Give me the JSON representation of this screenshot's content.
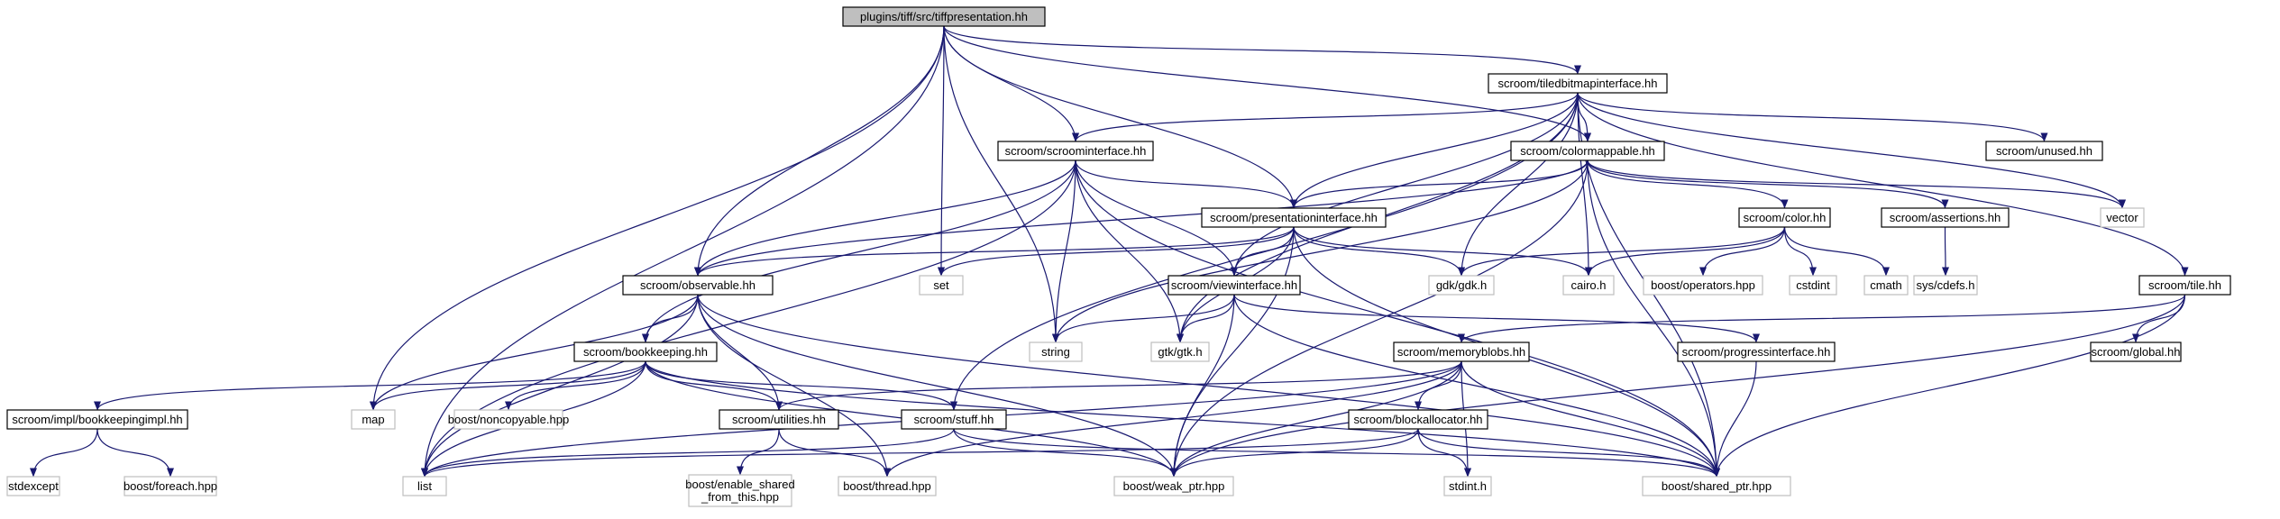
{
  "nodes": [
    {
      "id": "root",
      "lines": [
        "plugins/tiff/src/tiffpresentation.hh"
      ],
      "style": "root",
      "interactable": true
    },
    {
      "id": "tbi",
      "lines": [
        "scroom/tiledbitmapinterface.hh"
      ],
      "style": "internal",
      "interactable": true
    },
    {
      "id": "si",
      "lines": [
        "scroom/scroominterface.hh"
      ],
      "style": "internal",
      "interactable": true
    },
    {
      "id": "cm",
      "lines": [
        "scroom/colormappable.hh"
      ],
      "style": "internal",
      "interactable": true
    },
    {
      "id": "unused",
      "lines": [
        "scroom/unused.hh"
      ],
      "style": "internal",
      "interactable": true
    },
    {
      "id": "pi",
      "lines": [
        "scroom/presentationinterface.hh"
      ],
      "style": "internal",
      "interactable": true
    },
    {
      "id": "color",
      "lines": [
        "scroom/color.hh"
      ],
      "style": "internal",
      "interactable": true
    },
    {
      "id": "assert",
      "lines": [
        "scroom/assertions.hh"
      ],
      "style": "internal",
      "interactable": true
    },
    {
      "id": "vector",
      "lines": [
        "vector"
      ],
      "style": "external",
      "interactable": false
    },
    {
      "id": "obs",
      "lines": [
        "scroom/observable.hh"
      ],
      "style": "internal",
      "interactable": true
    },
    {
      "id": "set",
      "lines": [
        "set"
      ],
      "style": "external",
      "interactable": false
    },
    {
      "id": "vi",
      "lines": [
        "scroom/viewinterface.hh"
      ],
      "style": "internal",
      "interactable": true
    },
    {
      "id": "gdk",
      "lines": [
        "gdk/gdk.h"
      ],
      "style": "external",
      "interactable": false
    },
    {
      "id": "cairo",
      "lines": [
        "cairo.h"
      ],
      "style": "external",
      "interactable": false
    },
    {
      "id": "bops",
      "lines": [
        "boost/operators.hpp"
      ],
      "style": "external",
      "interactable": false
    },
    {
      "id": "cstdint",
      "lines": [
        "cstdint"
      ],
      "style": "external",
      "interactable": false
    },
    {
      "id": "cmath",
      "lines": [
        "cmath"
      ],
      "style": "external",
      "interactable": false
    },
    {
      "id": "sysc",
      "lines": [
        "sys/cdefs.h"
      ],
      "style": "external",
      "interactable": false
    },
    {
      "id": "tile",
      "lines": [
        "scroom/tile.hh"
      ],
      "style": "internal",
      "interactable": true
    },
    {
      "id": "string",
      "lines": [
        "string"
      ],
      "style": "external",
      "interactable": false
    },
    {
      "id": "gtk",
      "lines": [
        "gtk/gtk.h"
      ],
      "style": "external",
      "interactable": false
    },
    {
      "id": "mb",
      "lines": [
        "scroom/memoryblobs.hh"
      ],
      "style": "internal",
      "interactable": true
    },
    {
      "id": "progi",
      "lines": [
        "scroom/progressinterface.hh"
      ],
      "style": "internal",
      "interactable": true
    },
    {
      "id": "glob",
      "lines": [
        "scroom/global.hh"
      ],
      "style": "internal",
      "interactable": true
    },
    {
      "id": "bk",
      "lines": [
        "scroom/bookkeeping.hh"
      ],
      "style": "internal",
      "interactable": true
    },
    {
      "id": "map",
      "lines": [
        "map"
      ],
      "style": "external",
      "interactable": false
    },
    {
      "id": "noncopy",
      "lines": [
        "boost/noncopyable.hpp"
      ],
      "style": "external",
      "interactable": false
    },
    {
      "id": "bki",
      "lines": [
        "scroom/impl/bookkeepingimpl.hh"
      ],
      "style": "internal",
      "interactable": true
    },
    {
      "id": "util",
      "lines": [
        "scroom/utilities.hh"
      ],
      "style": "internal",
      "interactable": true
    },
    {
      "id": "stuff",
      "lines": [
        "scroom/stuff.hh"
      ],
      "style": "internal",
      "interactable": true
    },
    {
      "id": "ba",
      "lines": [
        "scroom/blockallocator.hh"
      ],
      "style": "internal",
      "interactable": true
    },
    {
      "id": "stdexcept",
      "lines": [
        "stdexcept"
      ],
      "style": "external",
      "interactable": false
    },
    {
      "id": "bforeach",
      "lines": [
        "boost/foreach.hpp"
      ],
      "style": "external",
      "interactable": false
    },
    {
      "id": "list",
      "lines": [
        "list"
      ],
      "style": "external",
      "interactable": false
    },
    {
      "id": "esft",
      "lines": [
        "boost/enable_shared",
        "_from_this.hpp"
      ],
      "style": "external",
      "interactable": false
    },
    {
      "id": "thread",
      "lines": [
        "boost/thread.hpp"
      ],
      "style": "external",
      "interactable": false
    },
    {
      "id": "weak",
      "lines": [
        "boost/weak_ptr.hpp"
      ],
      "style": "external",
      "interactable": false
    },
    {
      "id": "stdint",
      "lines": [
        "stdint.h"
      ],
      "style": "external",
      "interactable": false
    },
    {
      "id": "shared",
      "lines": [
        "boost/shared_ptr.hpp"
      ],
      "style": "external",
      "interactable": false
    }
  ],
  "edges": [
    [
      "root",
      "tbi"
    ],
    [
      "root",
      "si"
    ],
    [
      "root",
      "cm"
    ],
    [
      "root",
      "pi"
    ],
    [
      "root",
      "obs"
    ],
    [
      "root",
      "set"
    ],
    [
      "root",
      "string"
    ],
    [
      "root",
      "map"
    ],
    [
      "root",
      "list"
    ],
    [
      "tbi",
      "si"
    ],
    [
      "tbi",
      "cm"
    ],
    [
      "tbi",
      "unused"
    ],
    [
      "tbi",
      "pi"
    ],
    [
      "tbi",
      "vector"
    ],
    [
      "tbi",
      "vi"
    ],
    [
      "tbi",
      "gdk"
    ],
    [
      "tbi",
      "cairo"
    ],
    [
      "tbi",
      "tile"
    ],
    [
      "tbi",
      "gtk"
    ],
    [
      "tbi",
      "stuff"
    ],
    [
      "tbi",
      "shared"
    ],
    [
      "si",
      "pi"
    ],
    [
      "si",
      "vi"
    ],
    [
      "si",
      "obs"
    ],
    [
      "si",
      "bk"
    ],
    [
      "si",
      "string"
    ],
    [
      "si",
      "gtk"
    ],
    [
      "si",
      "list"
    ],
    [
      "si",
      "shared"
    ],
    [
      "cm",
      "pi"
    ],
    [
      "cm",
      "color"
    ],
    [
      "cm",
      "assert"
    ],
    [
      "cm",
      "vector"
    ],
    [
      "cm",
      "obs"
    ],
    [
      "cm",
      "string"
    ],
    [
      "cm",
      "weak"
    ],
    [
      "cm",
      "shared"
    ],
    [
      "pi",
      "obs"
    ],
    [
      "pi",
      "vi"
    ],
    [
      "pi",
      "set"
    ],
    [
      "pi",
      "gdk"
    ],
    [
      "pi",
      "cairo"
    ],
    [
      "pi",
      "gtk"
    ],
    [
      "pi",
      "weak"
    ],
    [
      "pi",
      "shared"
    ],
    [
      "color",
      "gdk"
    ],
    [
      "color",
      "cairo"
    ],
    [
      "color",
      "bops"
    ],
    [
      "color",
      "cstdint"
    ],
    [
      "color",
      "cmath"
    ],
    [
      "assert",
      "sysc"
    ],
    [
      "tile",
      "mb"
    ],
    [
      "tile",
      "glob"
    ],
    [
      "tile",
      "weak"
    ],
    [
      "tile",
      "shared"
    ],
    [
      "vi",
      "progi"
    ],
    [
      "vi",
      "gtk"
    ],
    [
      "vi",
      "string"
    ],
    [
      "vi",
      "weak"
    ],
    [
      "vi",
      "shared"
    ],
    [
      "progi",
      "shared"
    ],
    [
      "obs",
      "bk"
    ],
    [
      "obs",
      "util"
    ],
    [
      "obs",
      "map"
    ],
    [
      "obs",
      "list"
    ],
    [
      "obs",
      "thread"
    ],
    [
      "obs",
      "weak"
    ],
    [
      "obs",
      "shared"
    ],
    [
      "bk",
      "bki"
    ],
    [
      "bk",
      "map"
    ],
    [
      "bk",
      "noncopy"
    ],
    [
      "bk",
      "util"
    ],
    [
      "bk",
      "stuff"
    ],
    [
      "bk",
      "list"
    ],
    [
      "bk",
      "weak"
    ],
    [
      "bk",
      "shared"
    ],
    [
      "bki",
      "stdexcept"
    ],
    [
      "bki",
      "bforeach"
    ],
    [
      "mb",
      "ba"
    ],
    [
      "mb",
      "util"
    ],
    [
      "mb",
      "stdint"
    ],
    [
      "mb",
      "list"
    ],
    [
      "mb",
      "thread"
    ],
    [
      "mb",
      "weak"
    ],
    [
      "mb",
      "shared"
    ],
    [
      "util",
      "esft"
    ],
    [
      "util",
      "thread"
    ],
    [
      "stuff",
      "list"
    ],
    [
      "stuff",
      "weak"
    ],
    [
      "stuff",
      "shared"
    ],
    [
      "ba",
      "list"
    ],
    [
      "ba",
      "stdint"
    ],
    [
      "ba",
      "weak"
    ],
    [
      "ba",
      "shared"
    ]
  ]
}
